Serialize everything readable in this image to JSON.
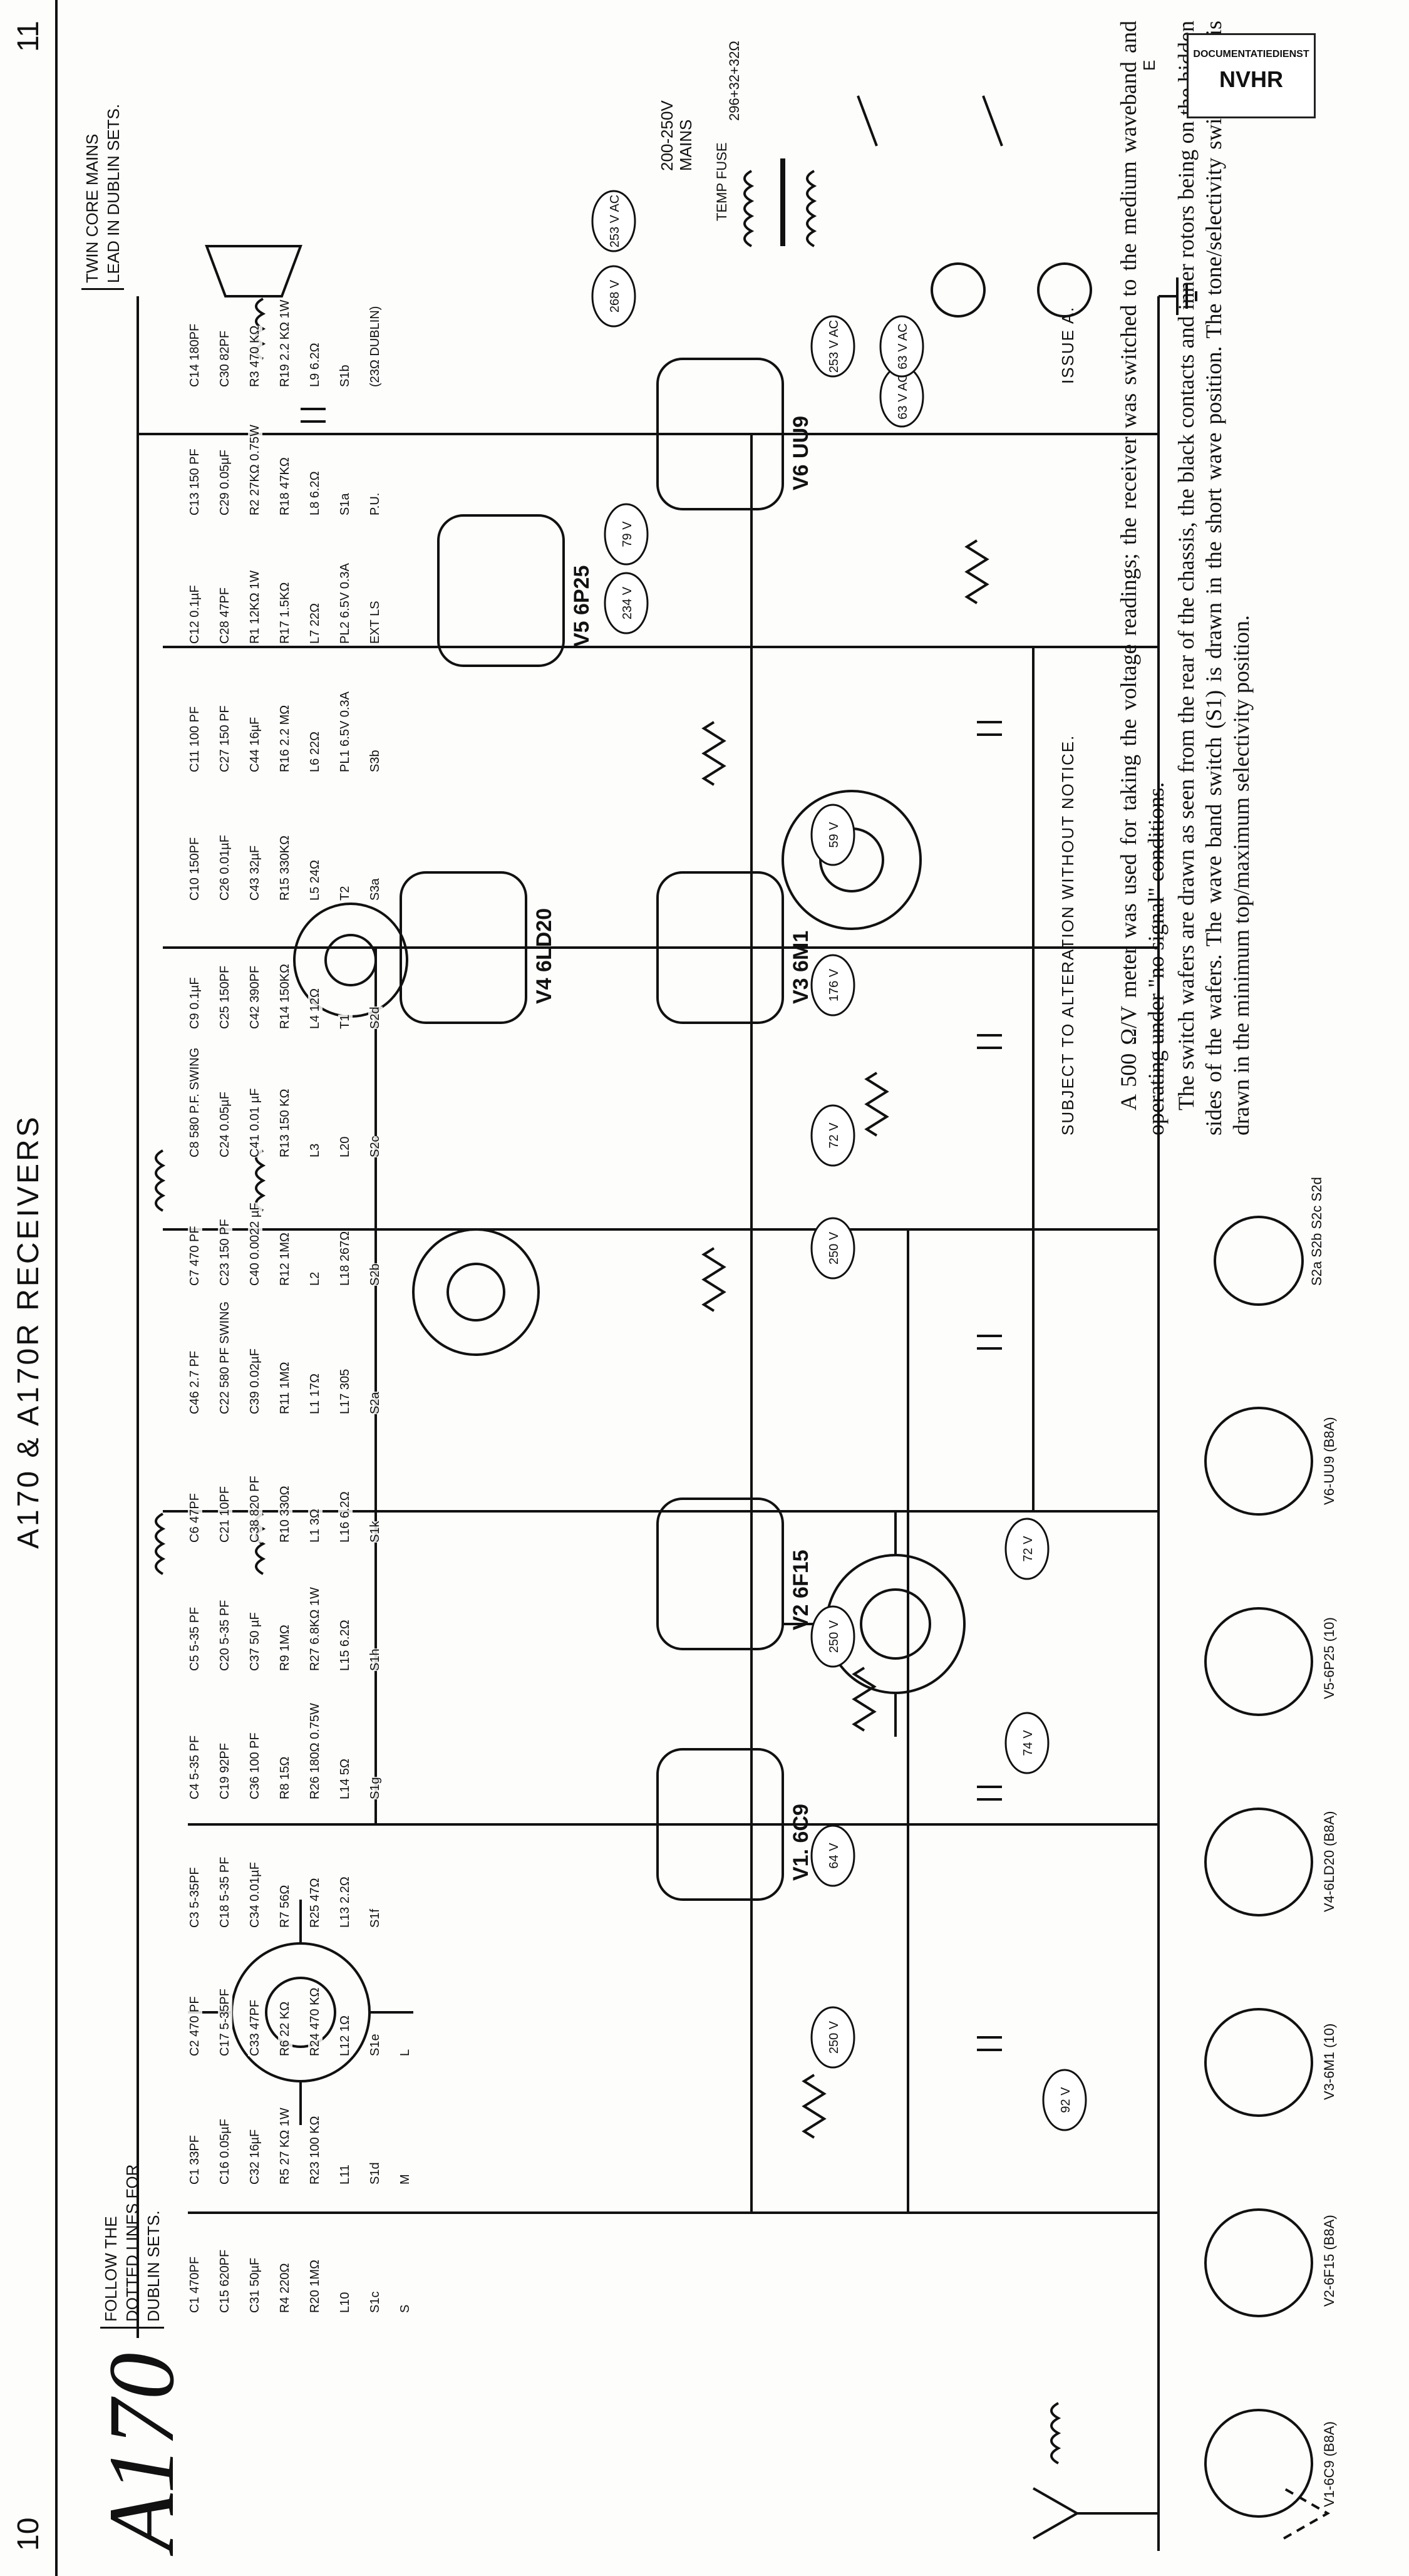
{
  "header": {
    "page_left": "10",
    "page_right": "11",
    "title": "A170 & A170R RECEIVERS",
    "model": "A170",
    "subject_notice": "SUBJECT TO ALTERATION WITHOUT NOTICE.",
    "issue": "ISSUE A."
  },
  "stamp": {
    "line1": "DOCUMENTATIEDIENST",
    "line2": "NVHR"
  },
  "notes": {
    "follow_dotted": "FOLLOW THE DOTTED LINES FOR DUBLIN SETS.",
    "twin_core": "TWIN CORE MAINS LEAD IN DUBLIN SETS.",
    "para1": "A 500 Ω/V meter was used for taking the voltage readings; the receiver was switched to the medium waveband and operating under \"no signal\" conditions.",
    "para2": "The switch wafers are drawn as seen from the rear of the chassis, the black contacts and inner rotors being on the hidden sides of the wafers. The wave band switch (S1) is drawn in the short wave position. The tone/selectivity switch (S2) is drawn in the minimum top/maximum selectivity position."
  },
  "mains": {
    "label1": "200-250V",
    "label2": "MAINS",
    "fuse": "TEMP FUSE",
    "tap": "296+32+32Ω",
    "earth": "E"
  },
  "valves": [
    {
      "ref": "V1.",
      "type": "6C9",
      "base": "V1-6C9 (B8A)"
    },
    {
      "ref": "V2",
      "type": "6F15",
      "base": "V2-6F15 (B8A)"
    },
    {
      "ref": "V3",
      "type": "6M1",
      "base": "V3-6M1 (10)"
    },
    {
      "ref": "V4",
      "type": "6LD20",
      "base": "V4-6LD20 (B8A)"
    },
    {
      "ref": "V5",
      "type": "6P25",
      "base": "V5-6P25 (10)"
    },
    {
      "ref": "V6",
      "type": "UU9",
      "base": "V6-UU9 (B8A)"
    }
  ],
  "voltages": [
    "92 V",
    "250 V",
    "64 V",
    "74 V",
    "250 V",
    "72 V",
    "72 V",
    "59 V",
    "176 V",
    "234 V",
    "79 V",
    "268 V",
    "253 V AC",
    "253 V AC",
    "63 V AC",
    "63 V AC",
    "250 V"
  ],
  "components": {
    "caps": [
      "C1 470PF",
      "C1 33PF",
      "C2 470 PF",
      "C3 5-35PF",
      "C4 5-35 PF",
      "C5 5-35 PF",
      "C6 47PF",
      "C46 2.7 PF",
      "C7 470 PF",
      "C8 580 P.F. SWING",
      "C9 0.1µF",
      "C10 150PF",
      "C11 100 PF",
      "C12 0.1µF",
      "C13 150 PF",
      "C14 180PF",
      "C15 620PF",
      "C16 0.05µF",
      "C17 5-35PF",
      "C18 5-35 PF",
      "C19 92PF",
      "C20 5-35 PF",
      "C21 10PF",
      "C22 580 PF SWING",
      "C23 150 PF",
      "C24 0.05µF",
      "C25 150PF",
      "C26 0.01µF",
      "C27 150 PF",
      "C28 47PF",
      "C29 0.05µF",
      "C30 82PF",
      "C31 50µF",
      "C32 16µF",
      "C33 47PF",
      "C34 0.01µF",
      "C36 100 PF",
      "C37 50 µF",
      "C38 820 PF",
      "C39 0.02µF",
      "C40 0.0022 µF",
      "C41 0.01 µF",
      "C42 390PF",
      "C43 32µF",
      "C44 16µF"
    ],
    "resistors": [
      "R1 12KΩ 1W",
      "R2 27KΩ 0.75W",
      "R3 470 KΩ",
      "R4 220Ω",
      "R5 27 KΩ 1W",
      "R6 22 KΩ",
      "R7 56Ω",
      "R8 15Ω",
      "R9 1MΩ",
      "R10 330Ω",
      "R11 1MΩ",
      "R12 1MΩ",
      "R13 150 KΩ",
      "R14 150KΩ",
      "R15 330KΩ",
      "R16 2.2 MΩ",
      "R17 1.5KΩ",
      "R18 47KΩ",
      "R19 2.2 KΩ 1W",
      "R20 1MΩ",
      "R23 100 KΩ",
      "R24 470 KΩ",
      "R25 47Ω",
      "R26 180Ω 0.75W",
      "R27 6.8KΩ 1W"
    ],
    "coils": [
      "L1 3Ω",
      "L1 17Ω",
      "L2",
      "L3",
      "L4 12Ω",
      "L5 24Ω",
      "L6 22Ω",
      "L7 22Ω",
      "L8 6.2Ω",
      "L9 6.2Ω",
      "L10",
      "L11",
      "L12 1Ω",
      "L13 2.2Ω",
      "L14 5Ω",
      "L15 6.2Ω",
      "L16 6.2Ω",
      "L17 305",
      "L18 267Ω",
      "L20",
      "T1",
      "T2"
    ],
    "lamps": [
      "PL1 6.5V 0.3A",
      "PL2 6.5V 0.3A"
    ],
    "switches": [
      "S1a",
      "S1b",
      "S1c",
      "S1d",
      "S1e",
      "S1f",
      "S1g",
      "S1h",
      "S1k",
      "S2a",
      "S2b",
      "S2c",
      "S2d",
      "S3a",
      "S3b"
    ],
    "misc": [
      "EXT LS",
      "P.U.",
      "(23Ω DUBLIN)",
      "S",
      "M",
      "L"
    ]
  },
  "colors": {
    "ink": "#111111",
    "paper": "#fdfdfb",
    "stamp": "#222222"
  }
}
